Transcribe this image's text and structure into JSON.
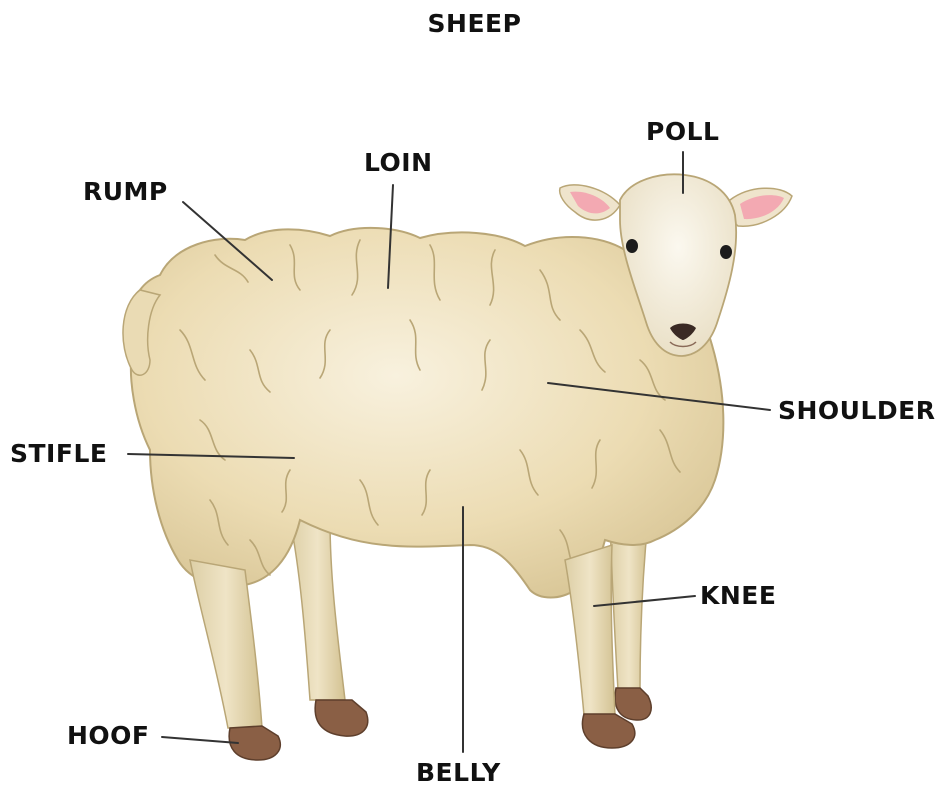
{
  "title": "SHEEP",
  "labels": {
    "poll": "POLL",
    "loin": "LOIN",
    "rump": "RUMP",
    "shoulder": "SHOULDER",
    "stifle": "STIFLE",
    "knee": "KNEE",
    "hoof": "HOOF",
    "belly": "BELLY"
  },
  "colors": {
    "wool": "#efe2bf",
    "wool_shadow": "#d9c79a",
    "wool_crease": "#b9a676",
    "face": "#f7f2e6",
    "ear_inner": "#f3a9b2",
    "hoof": "#8a5f45",
    "leader_line": "#333333",
    "text": "#111111"
  }
}
